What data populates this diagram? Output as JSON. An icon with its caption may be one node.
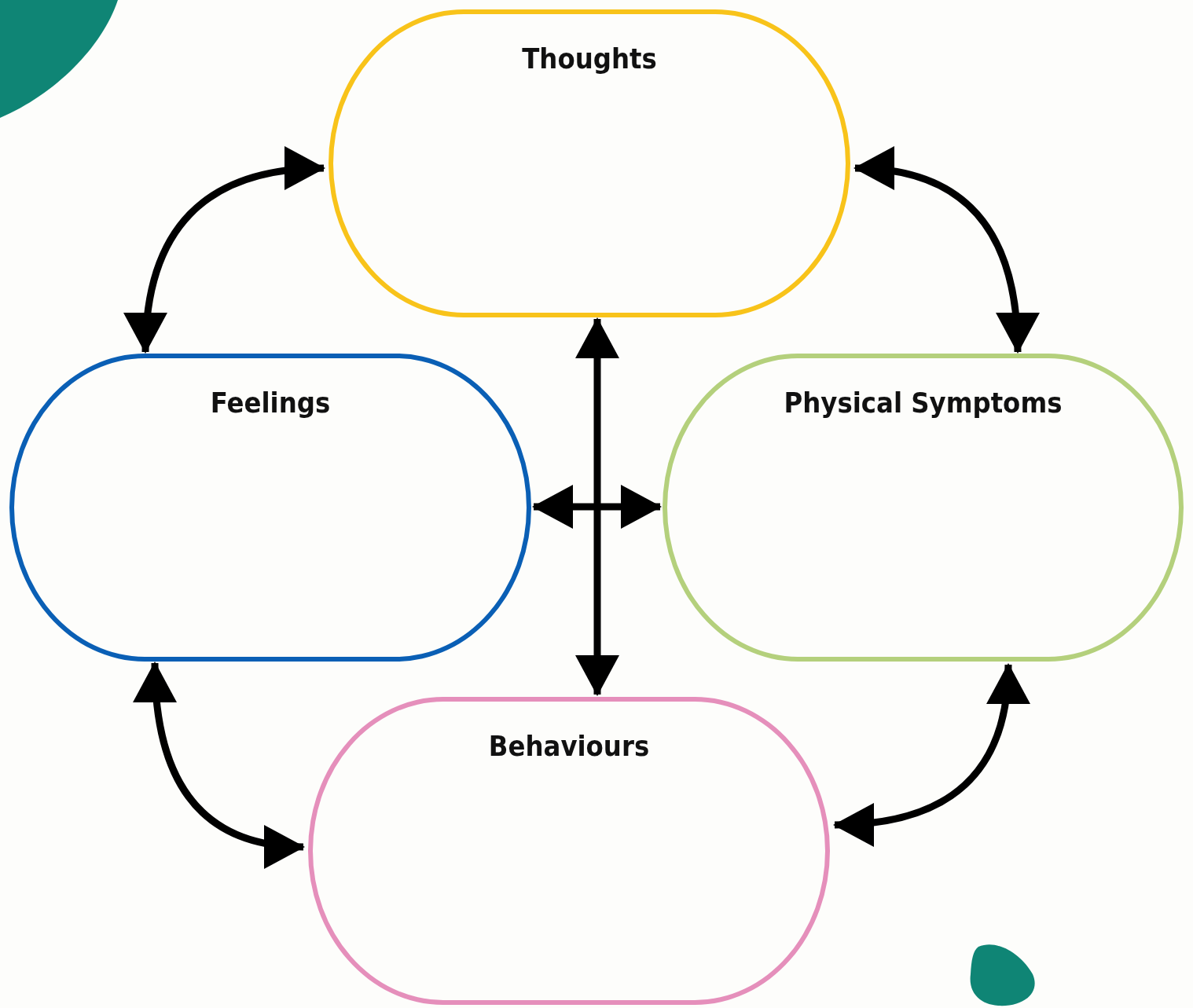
{
  "diagram": {
    "nodes": [
      {
        "text": [
          "Thoughts"
        ]
      },
      {
        "text": [
          "Feelings"
        ]
      },
      {
        "text": [
          "Physical Symptoms"
        ]
      },
      {
        "text": [
          "Behaviours"
        ]
      }
    ],
    "edges": [
      {
        "from": 0,
        "to": 1,
        "arrow": "both"
      },
      {
        "from": 0,
        "to": 2,
        "arrow": "both"
      },
      {
        "from": 1,
        "to": 3,
        "arrow": "both"
      },
      {
        "from": 2,
        "to": 3,
        "arrow": "both"
      },
      {
        "from": 0,
        "to": 3,
        "arrow": "both"
      },
      {
        "from": 1,
        "to": 2,
        "arrow": "both"
      }
    ]
  }
}
